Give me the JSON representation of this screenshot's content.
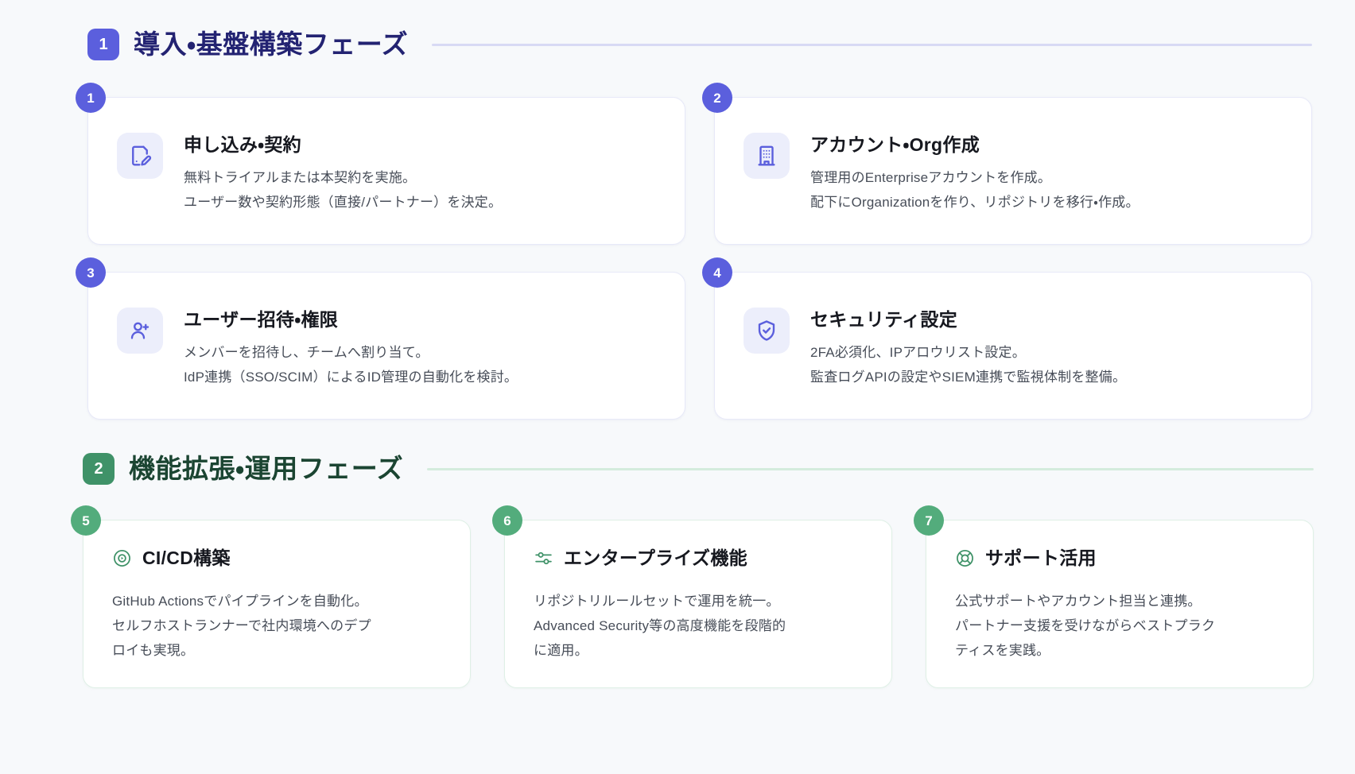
{
  "phases": [
    {
      "number": "1",
      "title": "導入・基盤構築フェーズ",
      "badge_color": "#5b5fdd",
      "title_color": "#232372",
      "rule_color": "#d8daf4",
      "steps": [
        {
          "number": "1",
          "icon": "document-edit-icon",
          "title": "申し込み・契約",
          "lines": [
            "無料トライアルまたは本契約を実施。",
            "ユーザー数や契約形態（直接/パートナー）を決定。"
          ]
        },
        {
          "number": "2",
          "icon": "building-icon",
          "title": "アカウント・Org作成",
          "lines": [
            "管理用のEnterpriseアカウントを作成。",
            "配下にOrganizationを作り、リポジトリを移行・作成。"
          ]
        },
        {
          "number": "3",
          "icon": "user-plus-icon",
          "title": "ユーザー招待・権限",
          "lines": [
            "メンバーを招待し、チームへ割り当て。",
            "IdP連携（SSO/SCIM）によるID管理の自動化を検討。"
          ]
        },
        {
          "number": "4",
          "icon": "shield-check-icon",
          "title": "セキュリティ設定",
          "lines": [
            "2FA必須化、IPアロウリスト設定。",
            "監査ログAPIの設定やSIEM連携で監視体制を整備。"
          ]
        }
      ]
    },
    {
      "number": "2",
      "title": "機能拡張・運用フェーズ",
      "badge_color": "#3f9268",
      "title_color": "#1b4532",
      "rule_color": "#d4ecdd",
      "steps": [
        {
          "number": "5",
          "icon": "play-circle-icon",
          "title": "CI/CD構築",
          "lines": [
            "GitHub Actionsでパイプラインを自動化。",
            "セルフホストランナーで社内環境へのデプ",
            "ロイも実現。"
          ]
        },
        {
          "number": "6",
          "icon": "sliders-icon",
          "title": "エンタープライズ機能",
          "lines": [
            "リポジトリルールセットで運用を統一。",
            "Advanced Security等の高度機能を段階的",
            "に適用。"
          ]
        },
        {
          "number": "7",
          "icon": "lifebuoy-icon",
          "title": "サポート活用",
          "lines": [
            "公式サポートやアカウント担当と連携。",
            "パートナー支援を受けながらベストプラク",
            "ティスを実践。"
          ]
        }
      ]
    }
  ],
  "theme": {
    "background": "#f7f9fb",
    "card_background": "#ffffff",
    "indigo": "#5b5fdd",
    "green": "#53ac7c",
    "icon_tile_bg": "#eceefb",
    "body_text": "#474d58",
    "title_text": "#16181f"
  }
}
